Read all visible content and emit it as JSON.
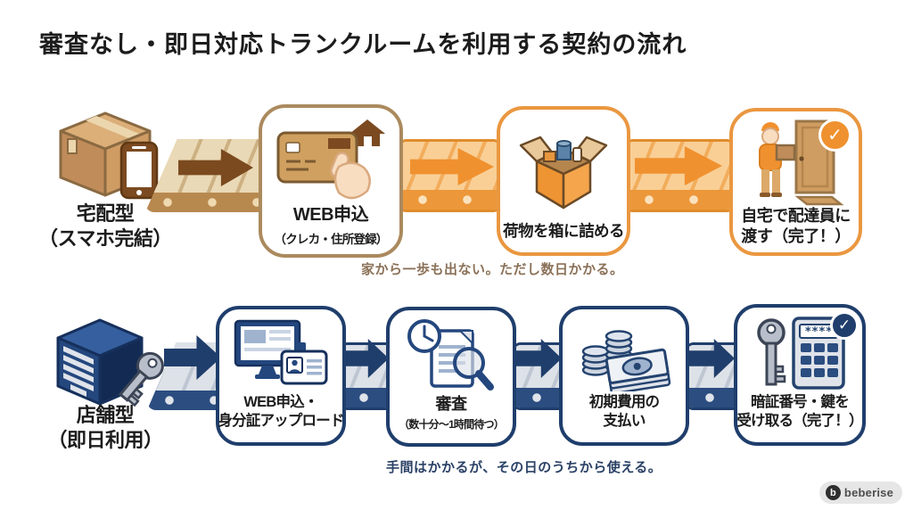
{
  "title": "審査なし・即日対応トランクルームを利用する契約の流れ",
  "colors": {
    "orange_accent": "#f0912f",
    "orange_card_border": "#ea9740",
    "tan_card_border": "#ab8a5e",
    "tan_belt_band": "#b8894f",
    "dark_brown_arrow": "#7b4a1f",
    "navy_accent": "#1f3e6c",
    "navy_belt_band": "#2b4d80",
    "caption_brown": "#8b7158",
    "caption_navy": "#2b4166",
    "text": "#1c1c1c",
    "background": "#ffffff"
  },
  "icons": {
    "check": "✓",
    "keypad_display": "****",
    "names": [
      "box-and-smartphone-icon",
      "credit-card-hand-house-icon",
      "packed-open-box-icon",
      "courier-at-door-icon",
      "storage-locker-key-icon",
      "monitor-id-card-icon",
      "clock-document-magnifier-icon",
      "coins-banknotes-icon",
      "key-keypad-icon",
      "brand-b-icon"
    ]
  },
  "rows": [
    {
      "type_label": [
        "宅配型",
        "（スマホ完結）"
      ],
      "steps": [
        {
          "line1": "WEB申込",
          "sub": "（クレカ・住所登録）"
        },
        {
          "line1": "荷物を箱に詰める"
        },
        {
          "line1": "自宅で配達員に",
          "line2": "渡す（完了！）",
          "done": true
        }
      ],
      "caption": "家から一歩も出ない。ただし数日かかる。"
    },
    {
      "type_label": [
        "店舗型",
        "（即日利用）"
      ],
      "steps": [
        {
          "line1": "WEB申込・",
          "line2": "身分証アップロード"
        },
        {
          "line1": "審査",
          "sub": "（数十分〜1時間待つ）"
        },
        {
          "line1": "初期費用の",
          "line2": "支払い"
        },
        {
          "line1": "暗証番号・鍵を",
          "line2": "受け取る（完了！）",
          "done": true
        }
      ],
      "caption": "手間はかかるが、その日のうちから使える。"
    }
  ],
  "footer": {
    "brand": "beberise"
  }
}
